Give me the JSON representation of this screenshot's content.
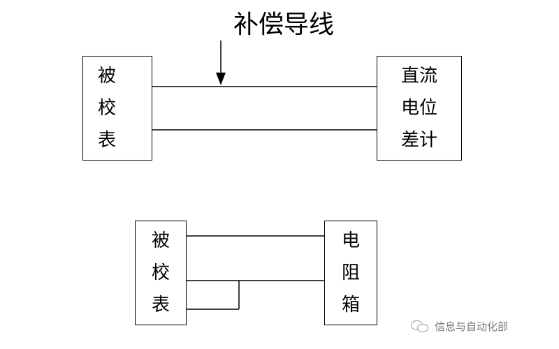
{
  "diagram": {
    "top": {
      "annotation": "补偿导线",
      "left_box": [
        "被",
        "校",
        "表"
      ],
      "right_box": [
        "直流",
        "电位",
        "差计"
      ]
    },
    "bottom": {
      "left_box": [
        "被",
        "校",
        "表"
      ],
      "right_box": [
        "电",
        "阻",
        "箱"
      ]
    }
  },
  "watermark": {
    "text": "信息与自动化部",
    "icon": "wechat-icon"
  }
}
